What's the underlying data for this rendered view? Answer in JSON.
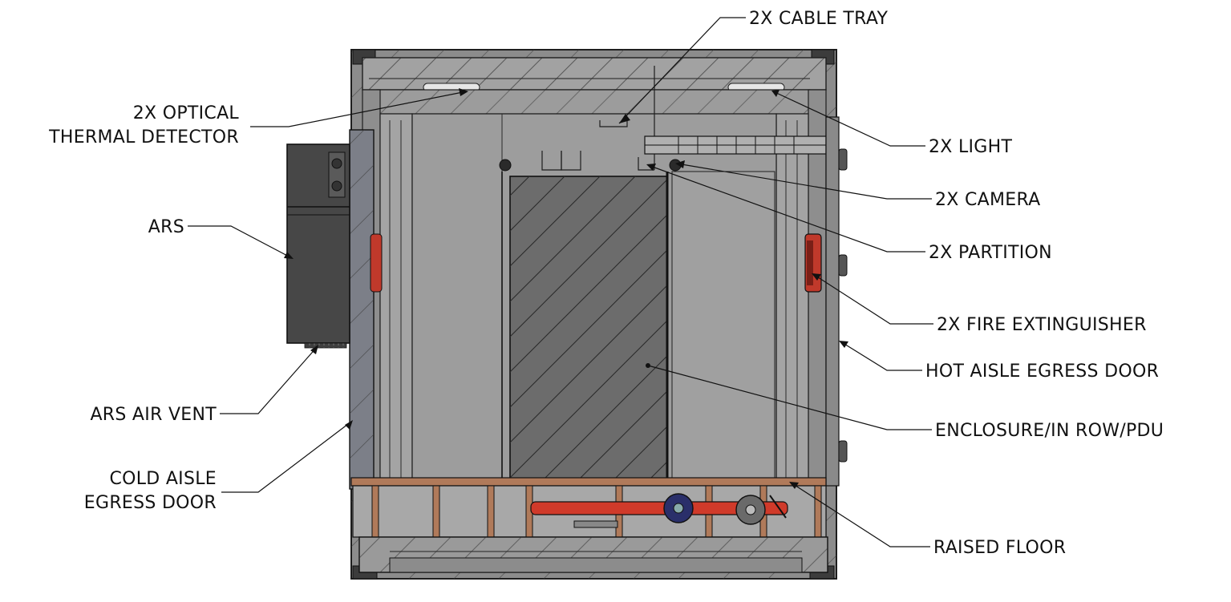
{
  "diagram": {
    "labels": {
      "cable_tray": "2X CABLE TRAY",
      "optical_thermal_detector_line1": "2X OPTICAL",
      "optical_thermal_detector_line2": "THERMAL DETECTOR",
      "light": "2X LIGHT",
      "camera": "2X CAMERA",
      "ars": "ARS",
      "partition": "2X PARTITION",
      "fire_extinguisher": "2X FIRE EXTINGUISHER",
      "hot_aisle_egress_door": "HOT AISLE EGRESS DOOR",
      "ars_air_vent": "ARS AIR VENT",
      "enclosure": "ENCLOSURE/IN ROW/PDU",
      "cold_aisle_egress_door_line1": "COLD AISLE",
      "cold_aisle_egress_door_line2": "EGRESS DOOR",
      "raised_floor": "RAISED FLOOR"
    },
    "colors": {
      "frame": "#8a8a8a",
      "frame_dark": "#3a3a3a",
      "interior": "#9a9a9a",
      "enclosure": "#6e6e6e",
      "ars_box": "#4a4a4a",
      "door_left": "#7e8088",
      "extinguisher": "#c0392b",
      "floor_rail": "#b07a5a",
      "pipe": "#d03a2a",
      "valve": "#2a2f6a"
    }
  }
}
